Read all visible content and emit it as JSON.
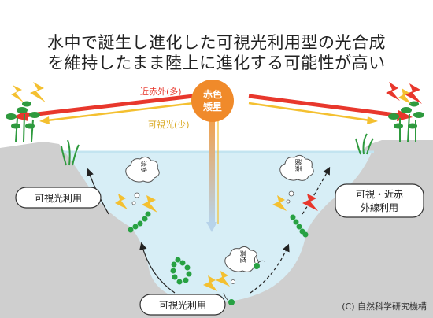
{
  "title": {
    "line1": "水中で誕生し進化した可視光利用型の光合成",
    "line2": "を維持したまま陸上に進化する可能性が高い"
  },
  "star": {
    "label_line1": "赤色",
    "label_line2": "矮星",
    "color": "#f08a2a"
  },
  "light": {
    "near_ir_label": "近赤外(多)",
    "visible_label": "可視光(少)",
    "near_ir_color": "#e8372c",
    "visible_color": "#f4c030"
  },
  "labels": {
    "left_box": "可視光利用",
    "right_box_line1": "可視・近赤",
    "right_box_line2": "外線利用",
    "bottom_box": "可視光利用"
  },
  "clouds": {
    "left_word": "淡水",
    "right_word": "酸素",
    "bottom_word": "高塩"
  },
  "colors": {
    "water": "#d7eef6",
    "land": "#cfcfcf",
    "plant": "#2e9a3e",
    "cell": "#27a142"
  },
  "credit": "(C) 自然科学研究機構"
}
